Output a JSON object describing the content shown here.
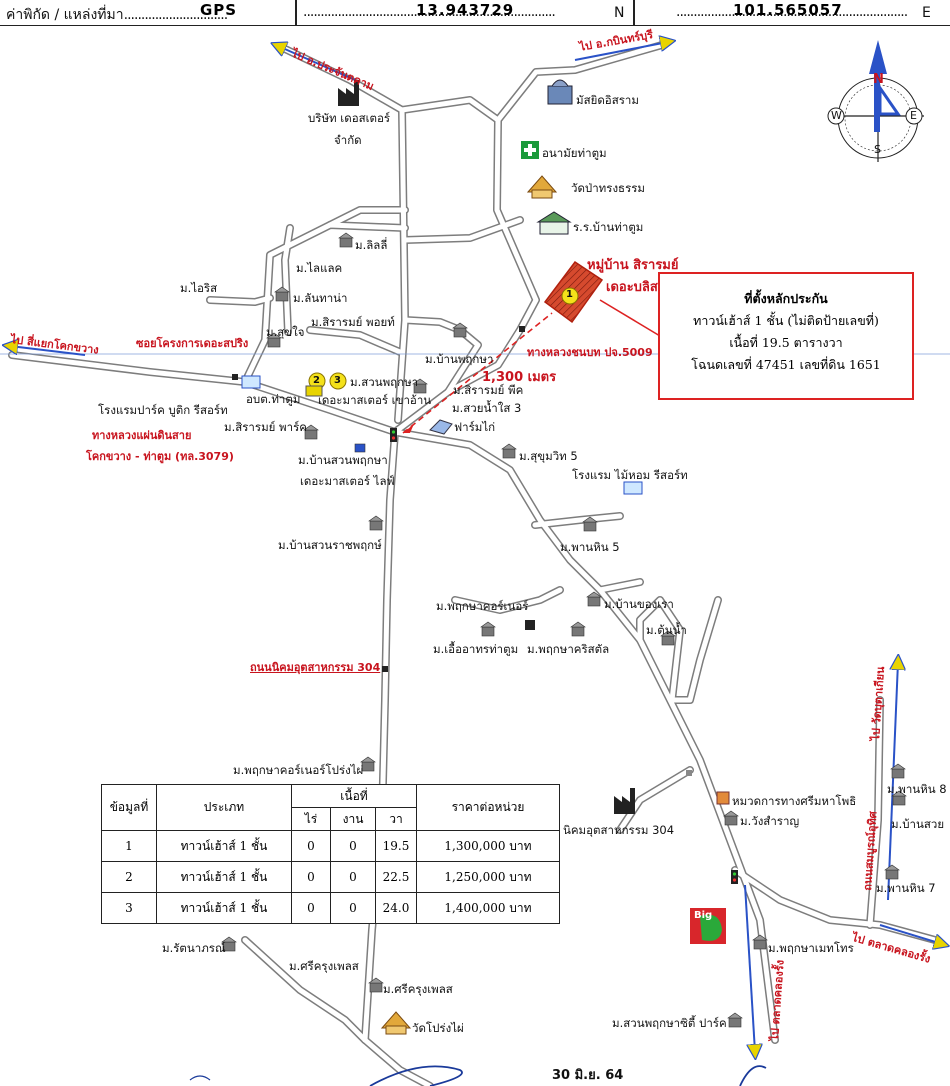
{
  "header": {
    "source_label": "ค่าพิกัด / แหล่งที่มา",
    "source_value": "GPS",
    "lat": "13.943729",
    "lat_unit": "N",
    "lon": "101.565057",
    "lon_unit": "E"
  },
  "compass": {
    "n": "N",
    "s": "S",
    "e": "E",
    "w": "W"
  },
  "directions": {
    "to_prachantakham": "ไป อ.ประจันตคาม",
    "to_kabinburi": "ไป อ.กบินทร์บุรี",
    "to_kokkhwang": "ไป สี่แยกโคกขวาง",
    "to_wang_ta_kian": "ไป วัดบุตาเกียน",
    "to_talat_khlong_rang_right": "ไป ตลาดคลองรั้ง",
    "to_talat_khlong_rang_bottom": "ไป ตลาดคลองรั้ง"
  },
  "roads": {
    "rural_road": "ทางหลวงชนบท ปจ.5009",
    "highway_1": "ทางหลวงแผ่นดินสาย",
    "highway_2": "โคกขวาง - ท่าตูม (ทล.3079)",
    "industrial_road": "ถนนนิคมอุตสาหกรรม 304",
    "project_alley": "ซอยโครงการเดอะสปริง",
    "nonsombun_road": "ถนนสมบูรณ์อุทิศ"
  },
  "distance": "1,300 เมตร",
  "subject": {
    "marker": "1",
    "name_line1": "หมู่บ้าน สิรารมย์",
    "name_line2": "เดอะบลิส"
  },
  "markers_23": [
    "2",
    "3"
  ],
  "note": {
    "title": "ที่ตั้งหลักประกัน",
    "line1": "ทาวน์เฮ้าส์ 1 ชั้น (ไม่ติดป้ายเลขที่)",
    "line2": "เนื้อที่ 19.5 ตารางวา",
    "line3": "โฉนดเลขที่ 47451 เลขที่ดิน 1651"
  },
  "places": {
    "company_1": "บริษัท เดอสเตอร์",
    "company_2": "จำกัด",
    "mosque": "มัสยิดอิสราม",
    "health": "อนามัยท่าตูม",
    "temple_pa": "วัดป่าทรงธรรม",
    "school": "ร.ร.บ้านท่าตูม",
    "lily": "ม.ลิลลี่",
    "lilac": "ม.ไลแลค",
    "iris": "ม.ไอริส",
    "lanthana": "ม.ลันทาน่า",
    "sirarom_point": "ม.สิรารมย์ พอยท์",
    "sukjai": "ม.สุขใจ",
    "ban_pikul": "ม.บ้านพฤกษา",
    "suanpruksa": "ม.สวนพฤกษา",
    "master_valley": "เดอะมาสเตอร์ เขาอ้าน",
    "sirarom_pic": "ม.สิรารมย์ พีค",
    "suay_nam_sai": "ม.สวยน้ำใส 3",
    "farm": "ฟาร์มไก่",
    "park_hotel": "โรงแรมปาร์ค บูติก รีสอร์ท",
    "obt": "อบต.ท่าตูม",
    "sirarom_park": "ม.สิรารมย์ พาร์ค",
    "ban_suan_1": "ม.บ้านสวนพฤกษา",
    "ban_suan_2": "เดอะมาสเตอร์ ไลฟ์",
    "sukhumvit": "ม.สุขุมวิท 5",
    "hotel_maihom": "โรงแรม ไม้หอม รีสอร์ท",
    "ban_suan_rat": "ม.บ้านสวนราชพฤกษ์",
    "phan_hin_5": "ม.พานหิน 5",
    "ban_khong_rao": "ม.บ้านของเรา",
    "pruksa_corner": "ม.พฤกษาคอร์เนอร์",
    "ton_nam": "ม.ต้นน้ำ",
    "ua_athon": "ม.เอื้ออาทรท่าตูม",
    "pruksa_crystal": "ม.พฤกษาคริสตัล",
    "pruksa_prong": "ม.พฤกษาคอร์เนอร์โปร่งไผ่",
    "industrial": "นิคมอุตสาหกรรม 304",
    "highway_district": "หมวดการทางศรีมหาโพธิ",
    "wang_sanan": "ม.วังสำราญ",
    "phan_hin_8": "ม.พานหิน 8",
    "ban_suai": "ม.บ้านสวย",
    "phan_hin_7": "ม.พานหิน 7",
    "rattanaporn": "ม.รัตนาภรณ์",
    "sri_krung_1": "ม.ศรีครุงเพลส",
    "sri_krung_2": "ม.ศรีครุงเพลส",
    "pruksa_metro": "ม.พฤกษาเมทโทร",
    "temple_prong": "วัดโปร่งไผ่",
    "suan_pruksa_city": "ม.สวนพฤกษาซิตี้ ปาร์ค",
    "bigc": "Big"
  },
  "date": "30 มิ.ย. 64",
  "table": {
    "headers": {
      "no": "ข้อมูลที่",
      "type": "ประเภท",
      "area": "เนื้อที่",
      "rai": "ไร่",
      "ngan": "งาน",
      "wa": "วา",
      "price": "ราคาต่อหน่วย"
    },
    "rows": [
      {
        "no": "1",
        "type": "ทาวน์เฮ้าส์ 1 ชั้น",
        "rai": "0",
        "ngan": "0",
        "wa": "19.5",
        "price": "1,300,000 บาท"
      },
      {
        "no": "2",
        "type": "ทาวน์เฮ้าส์ 1 ชั้น",
        "rai": "0",
        "ngan": "0",
        "wa": "22.5",
        "price": "1,250,000 บาท"
      },
      {
        "no": "3",
        "type": "ทาวน์เฮ้าส์ 1 ชั้น",
        "rai": "0",
        "ngan": "0",
        "wa": "24.0",
        "price": "1,400,000 บาท"
      }
    ]
  },
  "colors": {
    "road": "#8a8a8a",
    "label_red": "#c8141e",
    "arrow_blue": "#2a52c7",
    "marker_yellow": "#f4e11a",
    "subject_fill": "#d23b22"
  }
}
